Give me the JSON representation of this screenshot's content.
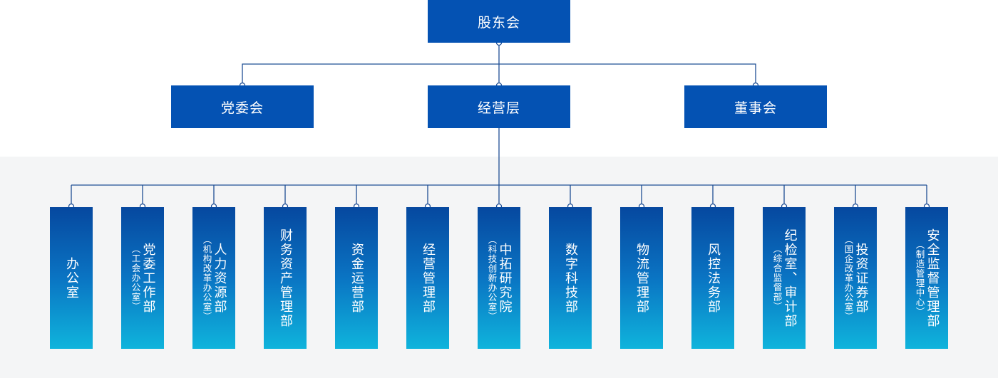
{
  "chart": {
    "root": {
      "label": "股东会"
    },
    "level2": [
      {
        "label": "党委会"
      },
      {
        "label": "经营层"
      },
      {
        "label": "董事会"
      }
    ],
    "departments": [
      {
        "label": "办公室",
        "sub": ""
      },
      {
        "label": "党委工作部",
        "sub": "（工会办公室）"
      },
      {
        "label": "人力资源部",
        "sub": "（机构改革办公室）"
      },
      {
        "label": "财务资产管理部",
        "sub": ""
      },
      {
        "label": "资金运营部",
        "sub": ""
      },
      {
        "label": "经营管理部",
        "sub": ""
      },
      {
        "label": "中拓研究院",
        "sub": "（科技创新办公室）"
      },
      {
        "label": "数字科技部",
        "sub": ""
      },
      {
        "label": "物流管理部",
        "sub": ""
      },
      {
        "label": "风控法务部",
        "sub": ""
      },
      {
        "label": "纪检室、审计部",
        "sub": "（综合监督部）"
      },
      {
        "label": "投资证券部",
        "sub": "（国企改革办公室）"
      },
      {
        "label": "安全监督管理部",
        "sub": "（制造管理中心）"
      }
    ]
  },
  "colors": {
    "box": "#0452b3",
    "line": "#1f4f95",
    "gradient_top": "#06489f",
    "gradient_bottom": "#0fb4dc",
    "band": "#f4f5f6"
  }
}
